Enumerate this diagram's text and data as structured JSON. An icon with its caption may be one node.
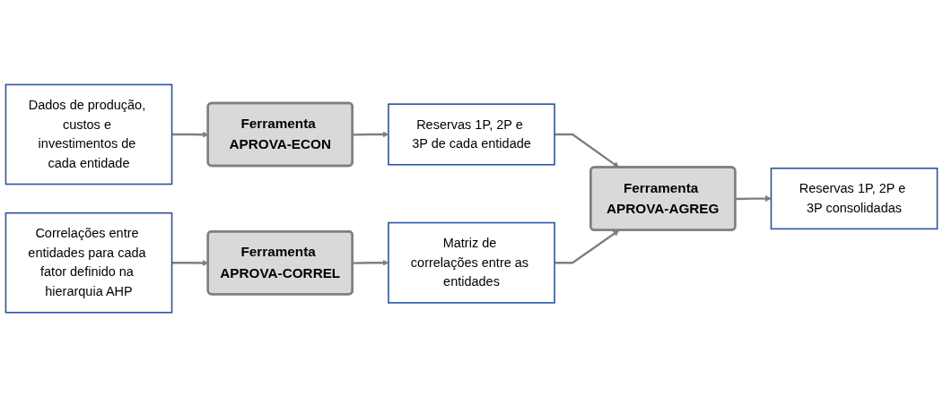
{
  "diagram": {
    "nodes": [
      {
        "text": [
          "Dados de produção, custos e investimentos de cada entidade"
        ]
      },
      {
        "text": [
          "Ferramenta APROVA-ECON"
        ]
      },
      {
        "text": [
          "Reservas 1P, 2P e 3P de cada entidade"
        ]
      },
      {
        "text": [
          "Correlações entre entidades para cada fator definido na hierarquia AHP"
        ]
      },
      {
        "text": [
          "Ferramenta APROVA-CORREL"
        ]
      },
      {
        "text": [
          "Matriz de correlações entre as entidades"
        ]
      },
      {
        "text": [
          "Ferramenta APROVA-AGREG"
        ]
      },
      {
        "text": [
          "Reservas 1P, 2P e 3P consolidadas"
        ]
      }
    ],
    "edges": [
      {
        "from": 0,
        "to": 1,
        "arrow": "to"
      },
      {
        "from": 1,
        "to": 2,
        "arrow": "to"
      },
      {
        "from": 3,
        "to": 4,
        "arrow": "to"
      },
      {
        "from": 4,
        "to": 5,
        "arrow": "to"
      },
      {
        "from": 2,
        "to": 6,
        "arrow": "to"
      },
      {
        "from": 5,
        "to": 6,
        "arrow": "to"
      },
      {
        "from": 6,
        "to": 7,
        "arrow": "to"
      }
    ]
  }
}
